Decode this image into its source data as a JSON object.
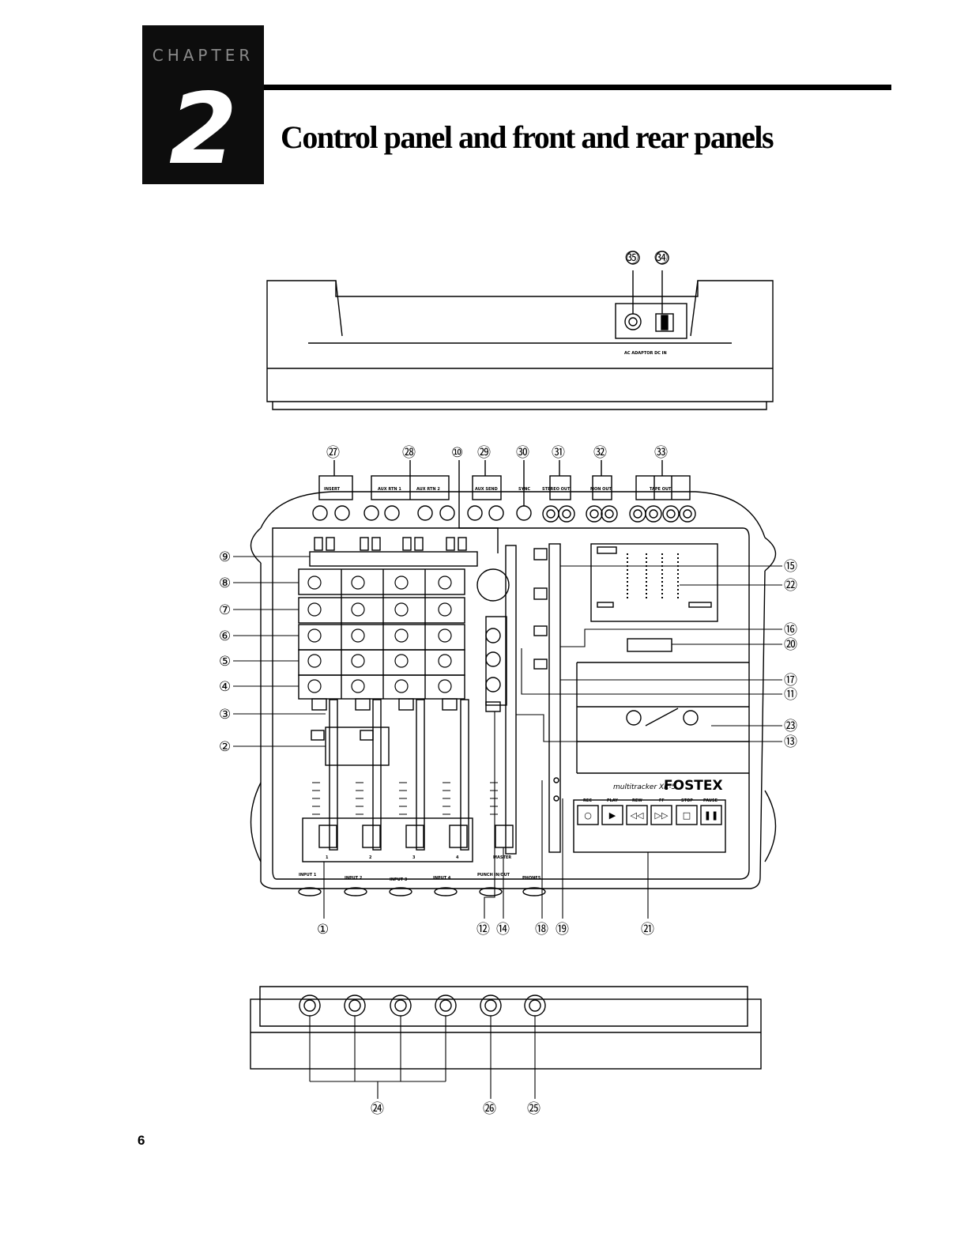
{
  "header": {
    "chapter_word": "CHAPTER",
    "chapter_number": "2",
    "title": "Control panel and front and rear panels"
  },
  "page_number": "6",
  "rear_panel": {
    "callouts": [
      "㉟",
      "㉞"
    ],
    "dc_label": "AC ADAPTOR DC IN"
  },
  "top_panel": {
    "top_callouts": [
      "㉗",
      "㉘",
      "⑩",
      "㉙",
      "㉚",
      "㉛",
      "㉜",
      "㉝"
    ],
    "left_callouts": [
      "⑨",
      "⑧",
      "⑦",
      "⑥",
      "⑤",
      "④",
      "③",
      "②"
    ],
    "right_callouts": [
      "⑮",
      "㉒",
      "⑯",
      "⑳",
      "⑰",
      "⑪",
      "㉓",
      "⑬"
    ],
    "bottom_callouts": [
      "①",
      "⑫",
      "⑭",
      "⑱",
      "⑲",
      "㉑"
    ],
    "jack_labels": [
      "INSERT",
      "AUX RTN 1",
      "AUX RTN 2",
      "AUX SEND",
      "SYNC",
      "STEREO OUT",
      "MON OUT",
      "TAPE OUT"
    ],
    "front_labels": [
      "INPUT 1",
      "INPUT 2",
      "INPUT 3",
      "INPUT 4",
      "PUNCH IN/OUT",
      "PHONES"
    ],
    "channel_numbers": [
      "1",
      "2",
      "3",
      "4"
    ],
    "master_label": "MASTER",
    "brand_model": "multitracker XR-5",
    "brand": "FOSTEX",
    "transport_labels": [
      "REC",
      "PLAY",
      "REW",
      "FF",
      "STOP",
      "PAUSE"
    ],
    "transport_symbols": [
      "○",
      "▶",
      "◁◁",
      "▷▷",
      "□",
      "❚❚"
    ]
  },
  "front_panel": {
    "callouts": [
      "㉔",
      "㉖",
      "㉕"
    ]
  }
}
